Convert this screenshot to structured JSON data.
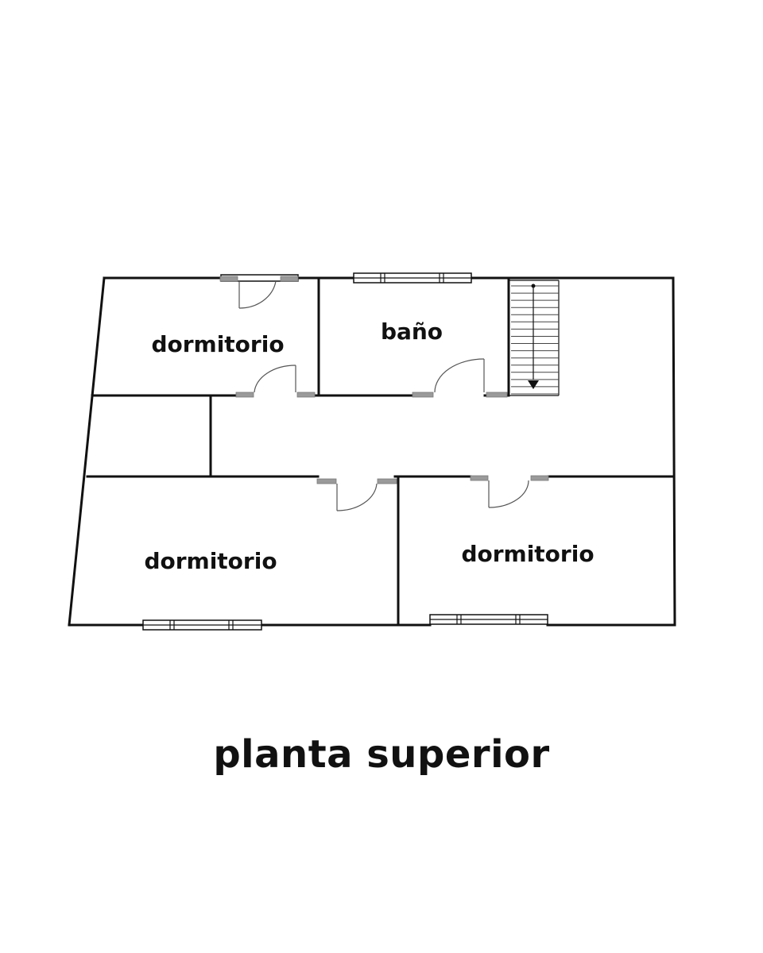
{
  "rooms": [
    {
      "id": "dormitorio-top-left",
      "label": "dormitorio"
    },
    {
      "id": "bano",
      "label": "baño"
    },
    {
      "id": "dormitorio-bottom-left",
      "label": "dormitorio"
    },
    {
      "id": "dormitorio-bottom-right",
      "label": "dormitorio"
    }
  ],
  "title": "planta superior",
  "colors": {
    "wall": "#111111",
    "door_jamb": "#9a9a9a",
    "background": "#ffffff"
  }
}
